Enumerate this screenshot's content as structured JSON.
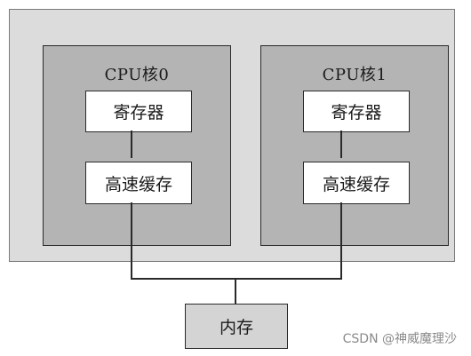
{
  "diagram": {
    "cores": [
      {
        "title": "CPU核0",
        "register": "寄存器",
        "cache": "高速缓存"
      },
      {
        "title": "CPU核1",
        "register": "寄存器",
        "cache": "高速缓存"
      }
    ],
    "memory": "内存"
  },
  "watermark": "CSDN @神威魔理沙",
  "colors": {
    "outer_fill": "#dcdcdc",
    "core_fill": "#b4b4b4",
    "box_fill": "#ffffff",
    "memory_fill": "#d4d4d4",
    "line": "#2a2a2a"
  }
}
